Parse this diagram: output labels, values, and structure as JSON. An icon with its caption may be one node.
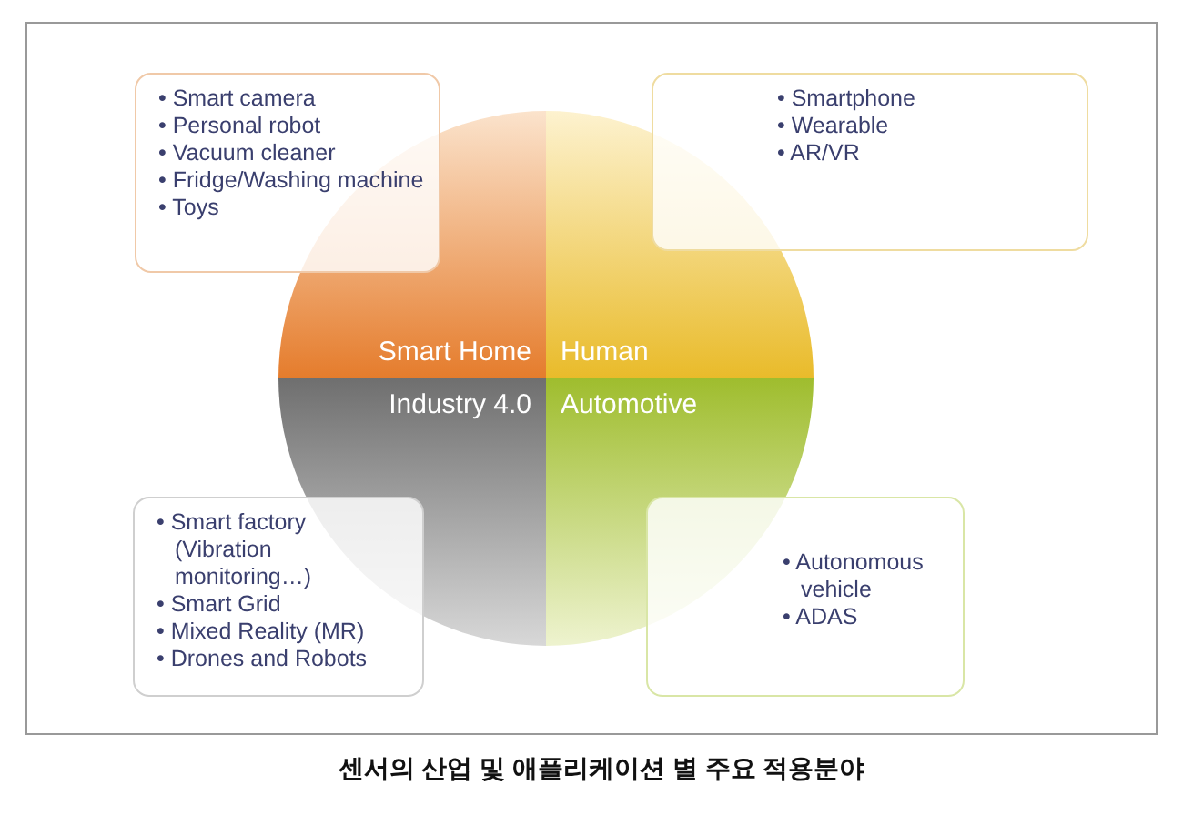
{
  "diagram": {
    "caption": "센서의 산업 및 애플리케이션 별 주요 적용분야",
    "nodes": [
      {
        "text": [
          "• Smart camera",
          "• Personal robot",
          "• Vacuum cleaner",
          "• Fridge/Washing machine",
          "• Toys"
        ]
      },
      {
        "text": [
          "• Smartphone",
          "• Wearable",
          "• AR/VR"
        ]
      },
      {
        "text": [
          "Smart Home"
        ]
      },
      {
        "text": [
          "Human"
        ]
      },
      {
        "text": [
          "Industry 4.0"
        ]
      },
      {
        "text": [
          "Automotive"
        ]
      },
      {
        "text": [
          "• Smart factory (Vibration monitoring…)",
          "• Smart Grid",
          "• Mixed Reality (MR)",
          "• Drones and Robots"
        ]
      },
      {
        "text": [
          "• Autonomous vehicle",
          "• ADAS"
        ]
      }
    ],
    "edges": []
  }
}
